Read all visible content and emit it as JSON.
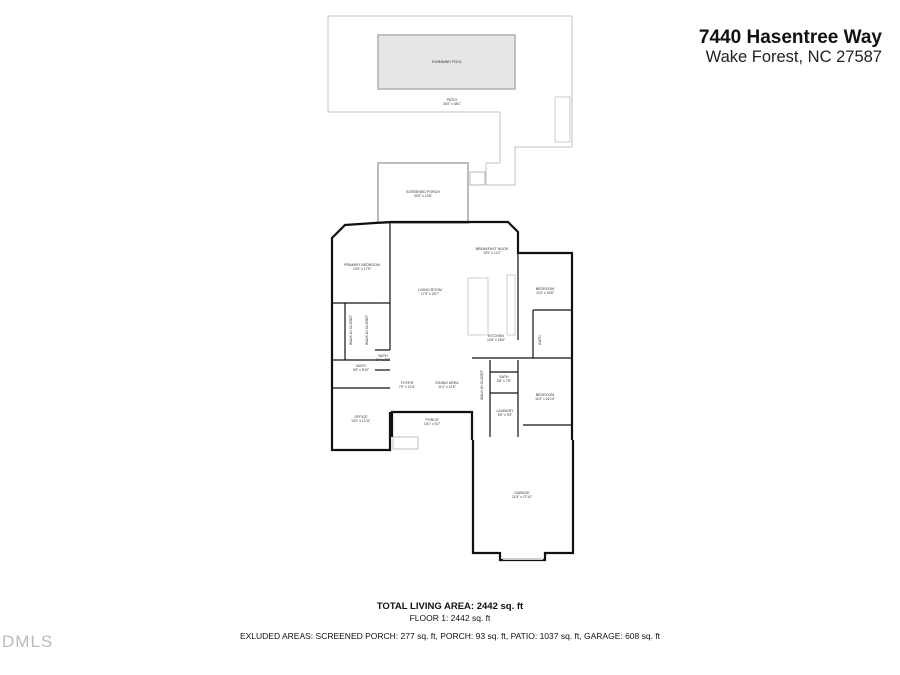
{
  "header": {
    "street": "7440 Hasentree Way",
    "city": "Wake Forest, NC 27587"
  },
  "rooms": [
    {
      "name": "SWIMMING POOL",
      "dims": ""
    },
    {
      "name": "PATIO",
      "dims": "33'0\" x 38'1\""
    },
    {
      "name": "SCREENED PORCH",
      "dims": "20'5\" x 13'6\""
    },
    {
      "name": "PRIMARY BEDROOM",
      "dims": "13'0\" x 17'5\""
    },
    {
      "name": "LIVING ROOM",
      "dims": "17'5\" x 25'7\""
    },
    {
      "name": "BREAKFAST NOOK",
      "dims": "10'9\" x 11'2\""
    },
    {
      "name": "KITCHEN",
      "dims": "14'6\" x 18'6\""
    },
    {
      "name": "BEDROOM",
      "dims": "11'6\" x 16'8\""
    },
    {
      "name": "BATH",
      "dims": "9'6\" x 8'10\""
    },
    {
      "name": "BATH",
      "dims": "3'4\" x 6'8\""
    },
    {
      "name": "FOYER",
      "dims": "7'0\" x 12'4\""
    },
    {
      "name": "DINING AREA",
      "dims": "11'2\" x 12'5\""
    },
    {
      "name": "BATH",
      "dims": "5'8\" x 7'8\""
    },
    {
      "name": "BEDROOM",
      "dims": "11'6\" x 16'10\""
    },
    {
      "name": "OFFICE",
      "dims": "13'0\" x 12'11\""
    },
    {
      "name": "PORCH",
      "dims": "18'1\" x 5'2\""
    },
    {
      "name": "LAUNDRY",
      "dims": "5'8\" x 9'5\""
    },
    {
      "name": "GARAGE",
      "dims": "21'8\" x 27'10\""
    }
  ],
  "closets": {
    "label": "WALK-IN CLOSET",
    "primary_bath": "BATH"
  },
  "footer": {
    "total": "TOTAL LIVING AREA: 2442 sq. ft",
    "floor": "FLOOR 1: 2442 sq. ft",
    "excluded": "EXLUDED AREAS: SCREENED PORCH: 277 sq. ft, PORCH: 93 sq. ft, PATIO: 1037 sq. ft, GARAGE: 608 sq. ft"
  },
  "watermark": "DMLS"
}
